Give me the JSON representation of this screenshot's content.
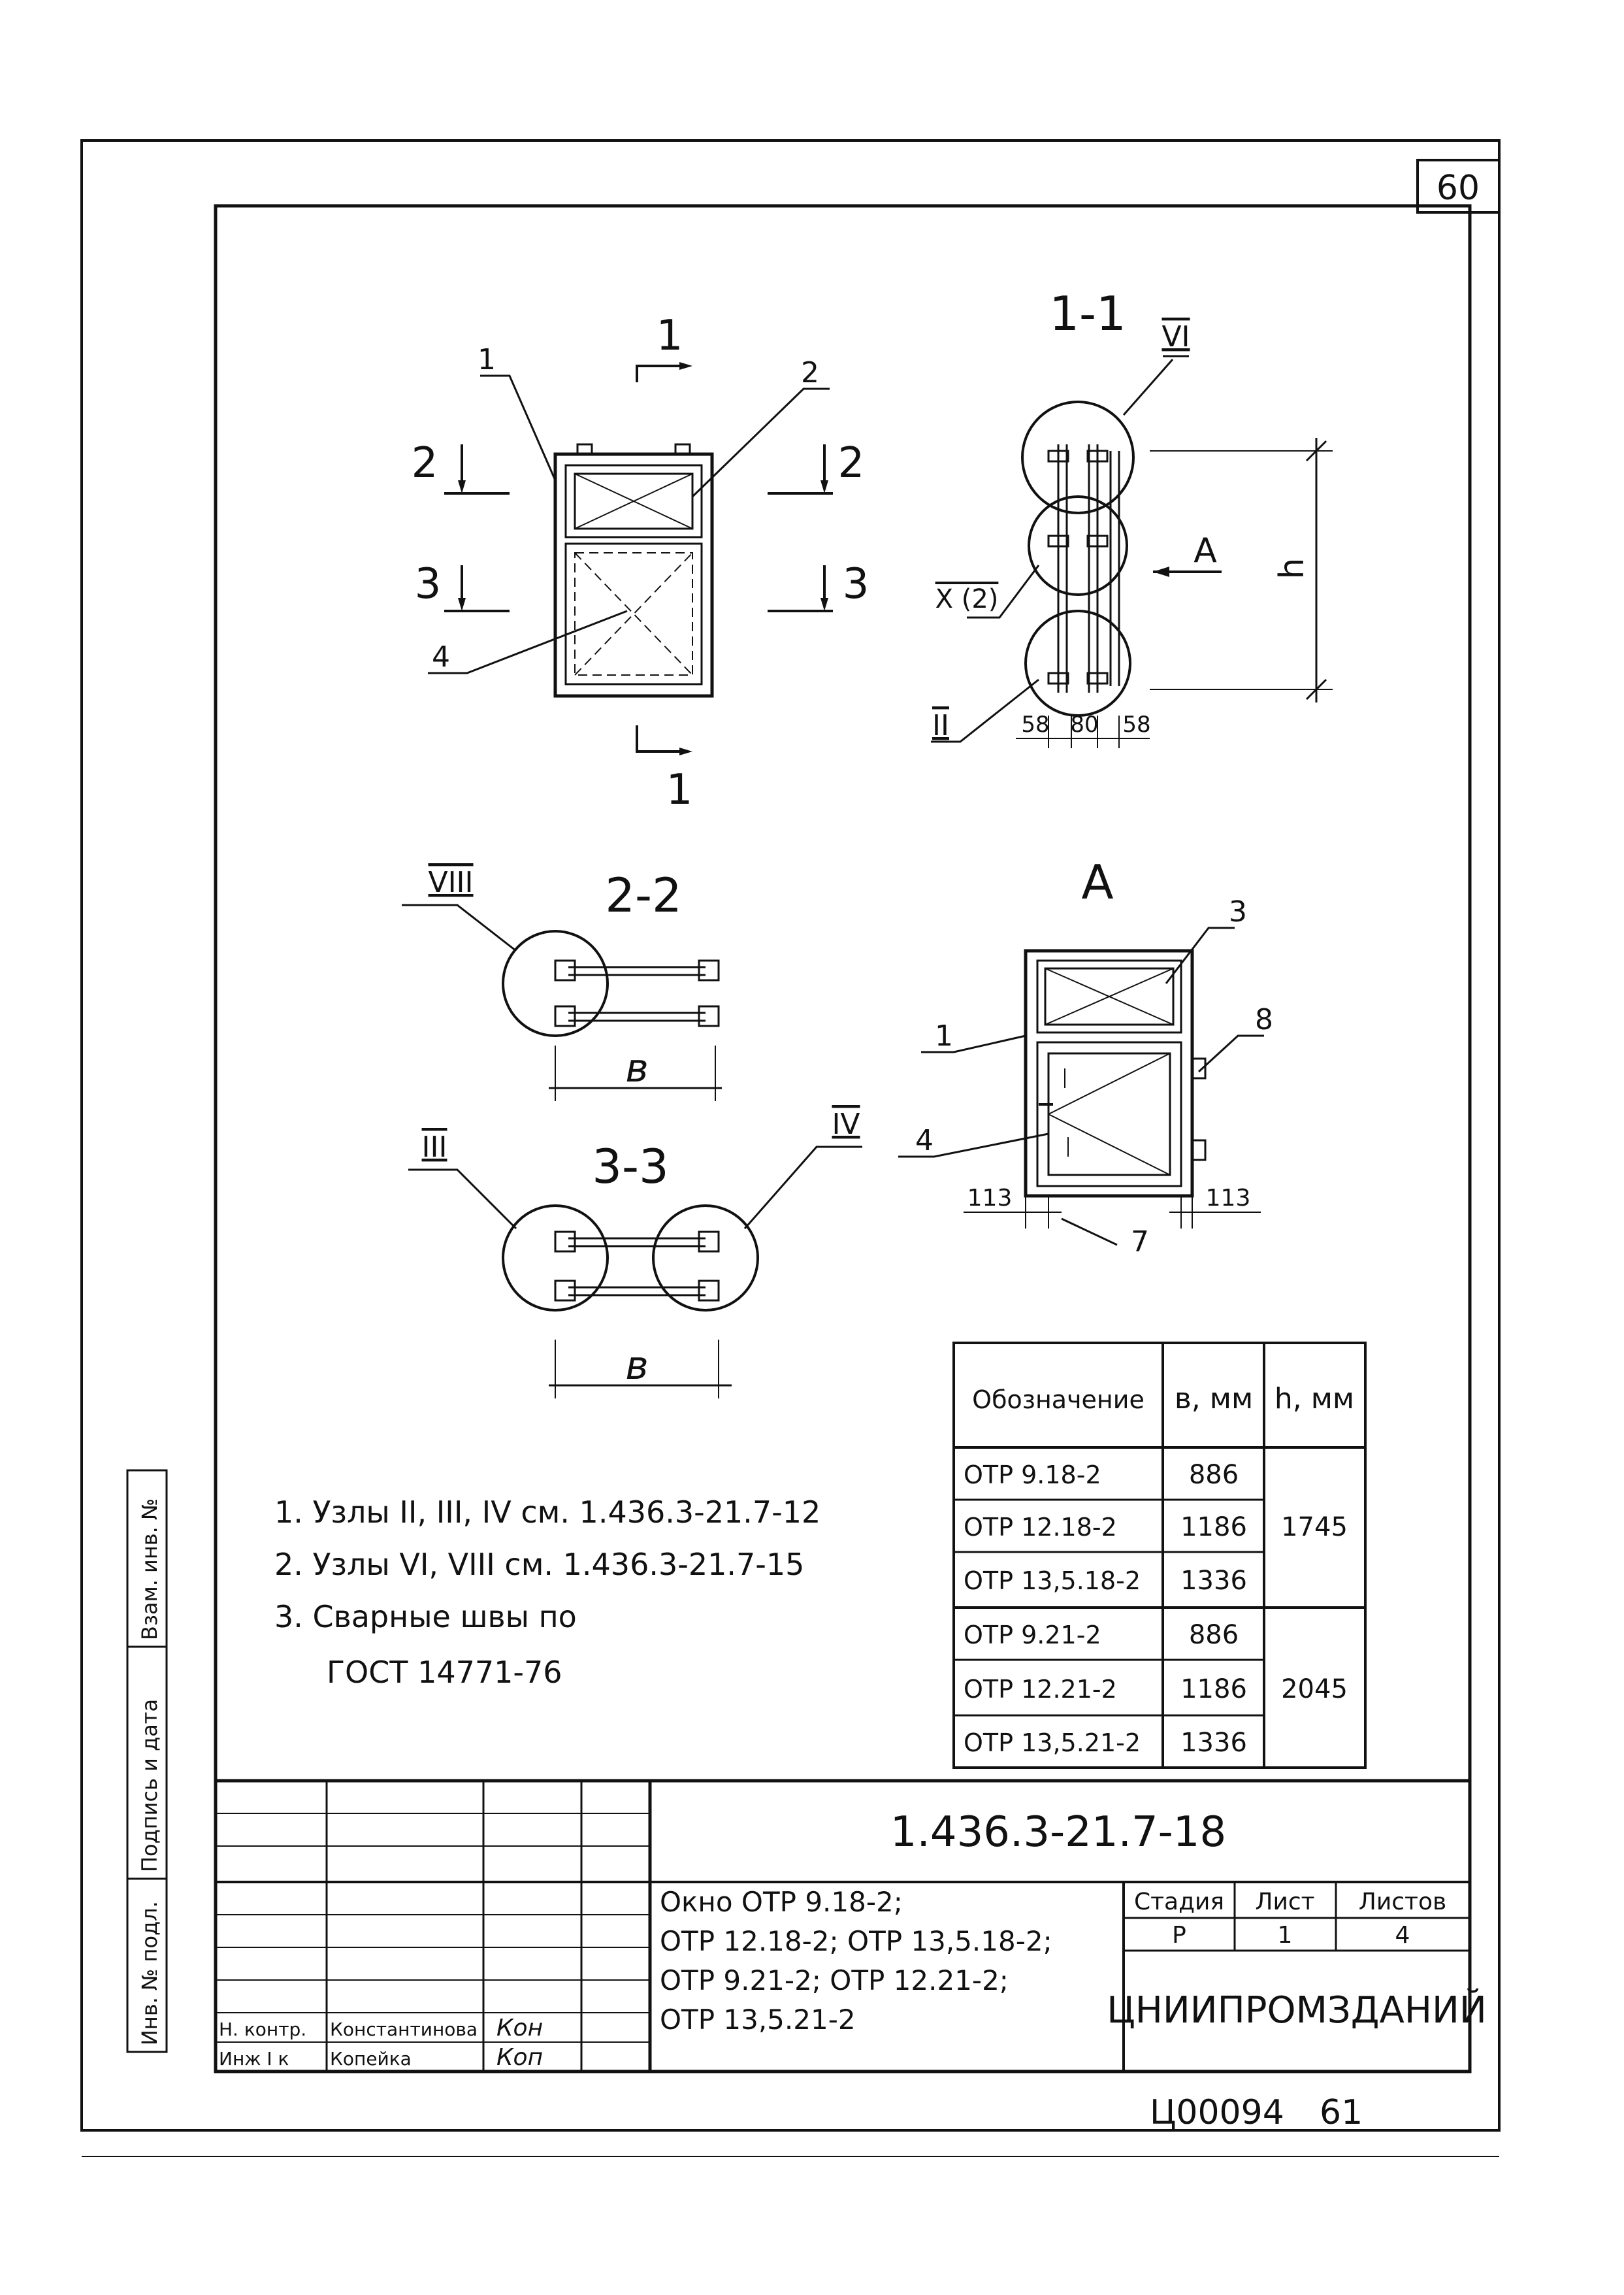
{
  "sheet_number_top": "60",
  "page_number_bottom": "61",
  "inventory_code": "Ц00094",
  "views": {
    "elevation_section_marks": [
      "1",
      "1",
      "2",
      "2",
      "3",
      "3"
    ],
    "elevation_callouts": [
      "1",
      "2",
      "4"
    ],
    "section_1_1": {
      "title": "1-1",
      "node_labels": [
        "VI",
        "X (2)",
        "II"
      ],
      "view_arrow": "А",
      "height_dim": "h",
      "bottom_dims": [
        "58",
        "80",
        "58"
      ]
    },
    "section_2_2": {
      "title": "2-2",
      "node_label": "VIII",
      "width_dim": "в"
    },
    "section_3_3": {
      "title": "3-3",
      "node_labels": [
        "III",
        "IV"
      ],
      "width_dim": "в"
    },
    "view_a": {
      "title": "А",
      "callouts": [
        "3",
        "8",
        "1",
        "4",
        "7"
      ],
      "dims": [
        "113",
        "113"
      ]
    }
  },
  "notes": [
    "1. Узлы II, III, IV см. 1.436.3-21.7-12",
    "2. Узлы VI, VIII см. 1.436.3-21.7-15",
    "3. Сварные швы по",
    "ГОСТ 14771-76"
  ],
  "spec_table": {
    "headers": [
      "Обозначение",
      "в, мм",
      "h, мм"
    ],
    "rows": [
      {
        "designation": "ОТР 9.18-2",
        "b": "886"
      },
      {
        "designation": "ОТР 12.18-2",
        "b": "1186"
      },
      {
        "designation": "ОТР 13,5.18-2",
        "b": "1336"
      },
      {
        "designation": "ОТР 9.21-2",
        "b": "886"
      },
      {
        "designation": "ОТР 12.21-2",
        "b": "1186"
      },
      {
        "designation": "ОТР 13,5.21-2",
        "b": "1336"
      }
    ],
    "h_groups": [
      "1745",
      "2045"
    ]
  },
  "side_stamp": [
    "Инв. № подл.",
    "Подпись и дата",
    "Взам. инв. №"
  ],
  "title_block": {
    "document_code": "1.436.3-21.7-18",
    "title_lines": [
      "Окно ОТР 9.18-2;",
      "ОТР 12.18-2; ОТР 13,5.18-2;",
      "ОТР 9.21-2; ОТР 12.21-2;",
      "ОТР 13,5.21-2"
    ],
    "stage_headers": [
      "Стадия",
      "Лист",
      "Листов"
    ],
    "stage_values": [
      "Р",
      "1",
      "4"
    ],
    "organization": "ЦНИИПРОМЗДАНИЙ",
    "signatures": [
      {
        "role": "Н. контр.",
        "name": "Константинова",
        "sign": "Кон"
      },
      {
        "role": "Инж I к",
        "name": "Копейка",
        "sign": "Коп"
      }
    ]
  }
}
